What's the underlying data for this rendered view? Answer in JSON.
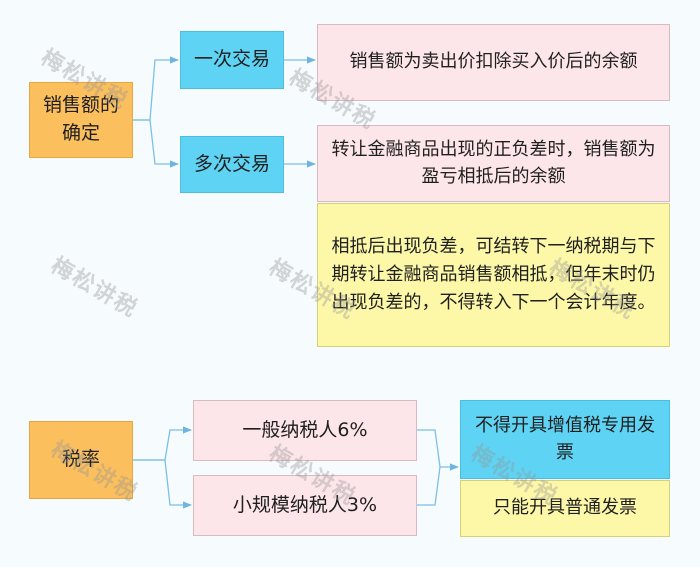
{
  "sales": {
    "title": "销售额的确定",
    "single_trade": "一次交易",
    "single_trade_desc": "销售额为卖出价扣除买入价后的余额",
    "multi_trade": "多次交易",
    "multi_trade_desc": "转让金融商品出现的正负差时，销售额为盈亏相抵后的余额",
    "negative_note": "相抵后出现负差，可结转下一纳税期与下期转让金融商品销售额相抵，但年末时仍出现负差的，不得转入下一个会计年度。"
  },
  "rate": {
    "title": "税率",
    "general": "一般纳税人6%",
    "small": "小规模纳税人3%",
    "vat_invoice": "不得开具增值税专用发票",
    "plain_invoice": "只能开具普通发票"
  },
  "watermark": "梅松讲税",
  "colors": {
    "orange": "#fbbf5e",
    "blue": "#5ed3f3",
    "pink": "#fde6ea",
    "yellow": "#fdf7a8",
    "connector": "#7cc0e4"
  }
}
